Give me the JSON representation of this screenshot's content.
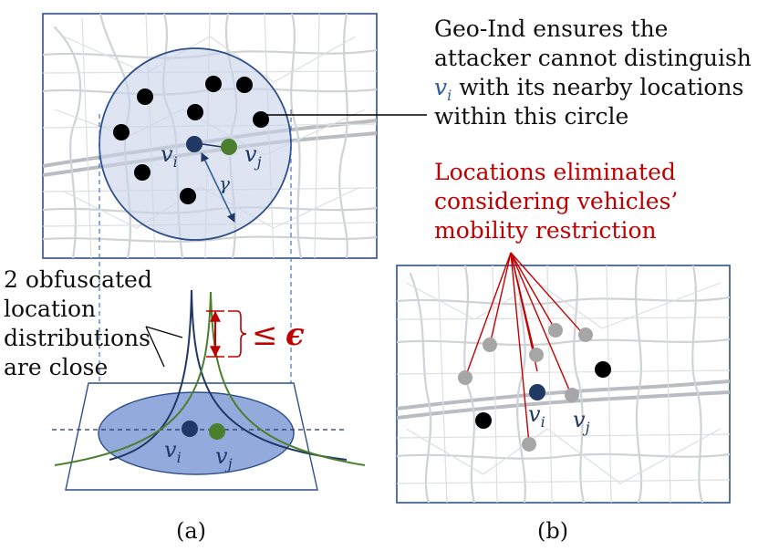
{
  "annotation_geo": {
    "line1": "Geo-Ind ensures the",
    "line2": "attacker cannot distinguish",
    "line3_var": "v",
    "line3_sub": "i",
    "line3_rest": " with its nearby locations",
    "line4": "within this circle"
  },
  "annotation_eliminated": {
    "line1": "Locations eliminated",
    "line2": "considering vehicles’",
    "line3": "mobility restriction"
  },
  "annotation_distributions": {
    "line1": "2 obfuscated",
    "line2": "location",
    "line3": "distributions",
    "line4": "are close"
  },
  "labels": {
    "vi_var": "v",
    "vi_sub": "i",
    "vj_var": "v",
    "vj_sub": "j",
    "gamma": "γ",
    "leq_eps_symbol": "≤",
    "eps": "ϵ"
  },
  "captions": {
    "a": "(a)",
    "b": "(b)"
  },
  "colors": {
    "frame": "#2f4f8a",
    "circle_fill": "#c9d3ea",
    "ellipse_fill": "#6f8fd0",
    "navy": "#1f3864",
    "green": "#4b7f2e",
    "red": "#c00000",
    "gray_point": "#a6a6a6",
    "black_point": "#000000"
  }
}
